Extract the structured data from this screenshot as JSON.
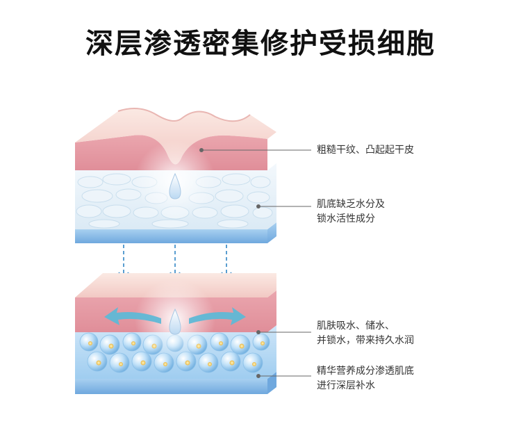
{
  "title": "深层渗透密集修护受损细胞",
  "top_block": {
    "label_1": "粗糙干纹、凸起起干皮",
    "label_2_line1": "肌底缺乏水分及",
    "label_2_line2": "锁水活性成分"
  },
  "bottom_block": {
    "label_1_line1": "肌肤吸水、储水、",
    "label_1_line2": "并锁水，带来持久水润",
    "label_2_line1": "精华营养成分渗透肌底",
    "label_2_line2": "进行深层补水"
  },
  "colors": {
    "skin_pink": "#e8a0a8",
    "surface": "#f7dcd4",
    "cells_blue": "#b9d9f0",
    "base_blue": "#7fb6e6",
    "arrow_teal": "#5fb8d6"
  }
}
